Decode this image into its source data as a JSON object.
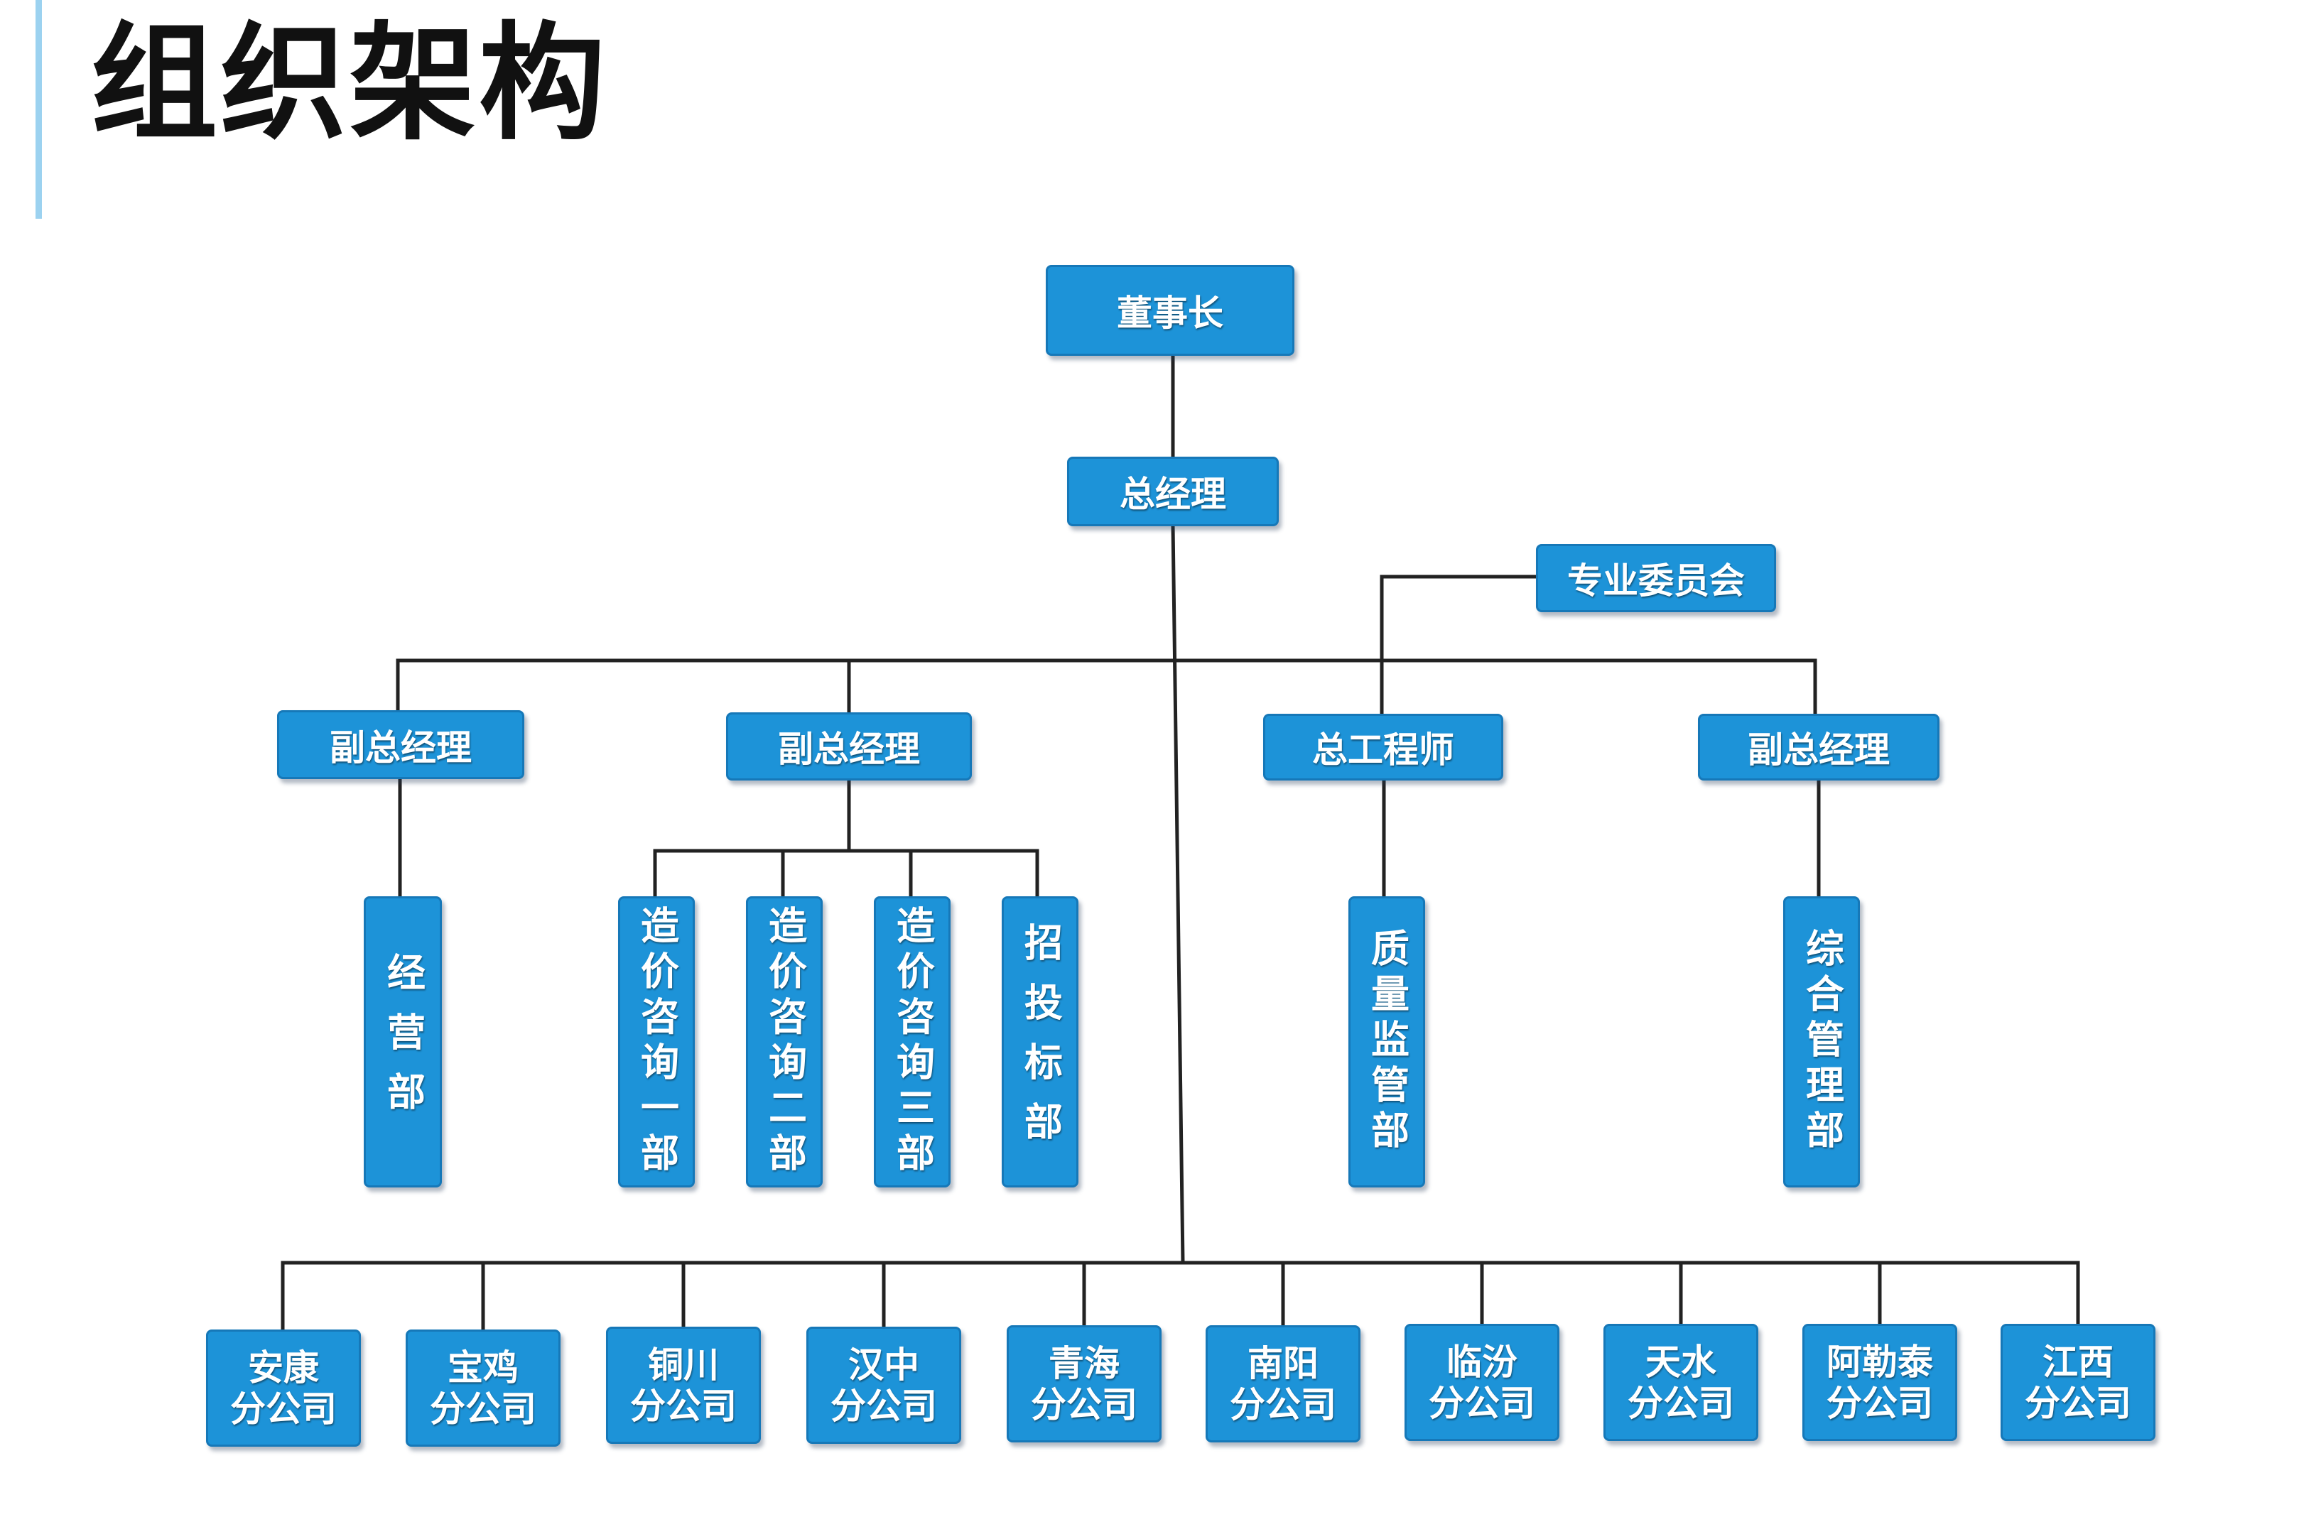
{
  "title": "组织架构",
  "colors": {
    "box_fill": "#1d93d8",
    "box_border": "#1678b8",
    "text": "#ffffff",
    "line": "#222222",
    "accent_bar": "#9cd2f0"
  },
  "org": {
    "chairman": "董事长",
    "general_manager": "总经理",
    "committee": "专业委员会",
    "deputy_gm_1": "副总经理",
    "deputy_gm_2": "副总经理",
    "chief_engineer": "总工程师",
    "deputy_gm_3": "副总经理",
    "departments": {
      "business": "经营部",
      "consulting_1": "造价咨询一部",
      "consulting_2": "造价咨询二部",
      "consulting_3": "造价咨询三部",
      "bidding": "招投标部",
      "quality": "质量监管部",
      "general_admin": "综合管理部"
    },
    "branches": [
      {
        "line1": "安康",
        "line2": "分公司"
      },
      {
        "line1": "宝鸡",
        "line2": "分公司"
      },
      {
        "line1": "铜川",
        "line2": "分公司"
      },
      {
        "line1": "汉中",
        "line2": "分公司"
      },
      {
        "line1": "青海",
        "line2": "分公司"
      },
      {
        "line1": "南阳",
        "line2": "分公司"
      },
      {
        "line1": "临汾",
        "line2": "分公司"
      },
      {
        "line1": "天水",
        "line2": "分公司"
      },
      {
        "line1": "阿勒泰",
        "line2": "分公司"
      },
      {
        "line1": "江西",
        "line2": "分公司"
      }
    ]
  }
}
